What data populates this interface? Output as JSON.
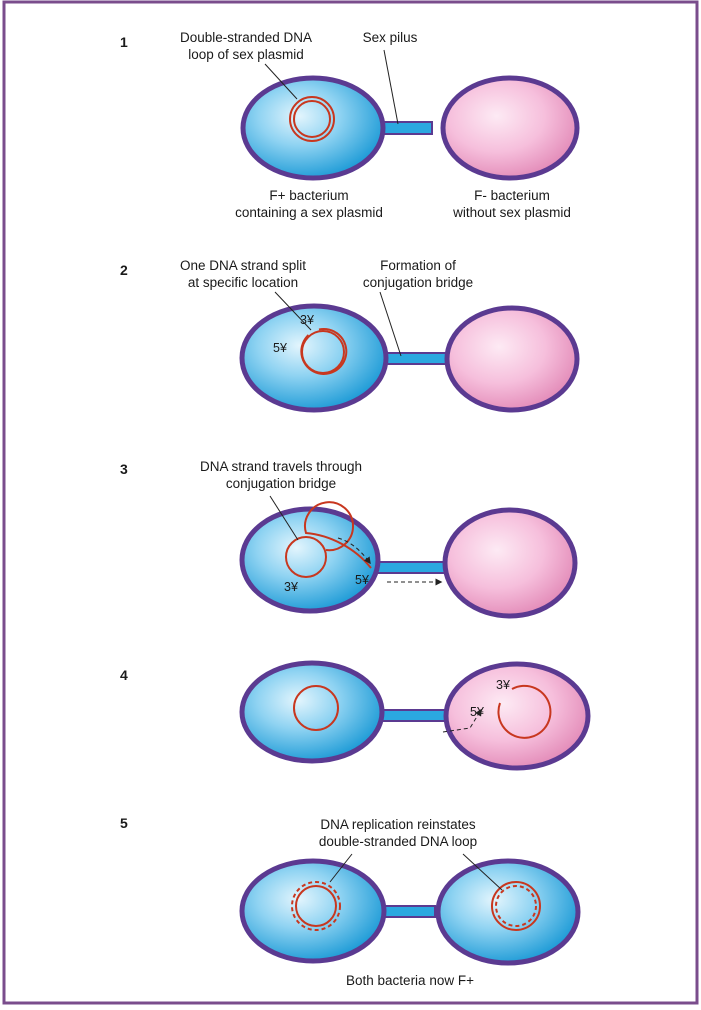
{
  "colors": {
    "frame": "#7a4d8c",
    "membrane": "#5b3a91",
    "donor_fill_center": "#dff3fc",
    "donor_fill_edge": "#1c9ad6",
    "recipient_fill_center": "#fde6f2",
    "recipient_fill_edge": "#e89ac0",
    "pilus_fill": "#2ba8e0",
    "dna": "#c8371f"
  },
  "steps": [
    {
      "number": "1",
      "labels": {
        "plasmid_line1": "Double-stranded DNA",
        "plasmid_line2": "loop of sex plasmid",
        "pilus": "Sex pilus",
        "donor_line1": "F+ bacterium",
        "donor_line2": "containing a sex plasmid",
        "recipient_line1": "F- bacterium",
        "recipient_line2": "without sex plasmid"
      }
    },
    {
      "number": "2",
      "labels": {
        "split_line1": "One DNA strand split",
        "split_line2": "at specific location",
        "bridge_line1": "Formation of",
        "bridge_line2": "conjugation bridge",
        "end3": "3¥",
        "end5": "5¥"
      }
    },
    {
      "number": "3",
      "labels": {
        "travel_line1": "DNA strand travels through",
        "travel_line2": "conjugation bridge",
        "end3": "3¥",
        "end5": "5¥"
      }
    },
    {
      "number": "4",
      "labels": {
        "end3": "3¥",
        "end5": "5¥"
      }
    },
    {
      "number": "5",
      "labels": {
        "replication_line1": "DNA replication reinstates",
        "replication_line2": "double-stranded DNA loop",
        "result": "Both bacteria now F+"
      }
    }
  ]
}
